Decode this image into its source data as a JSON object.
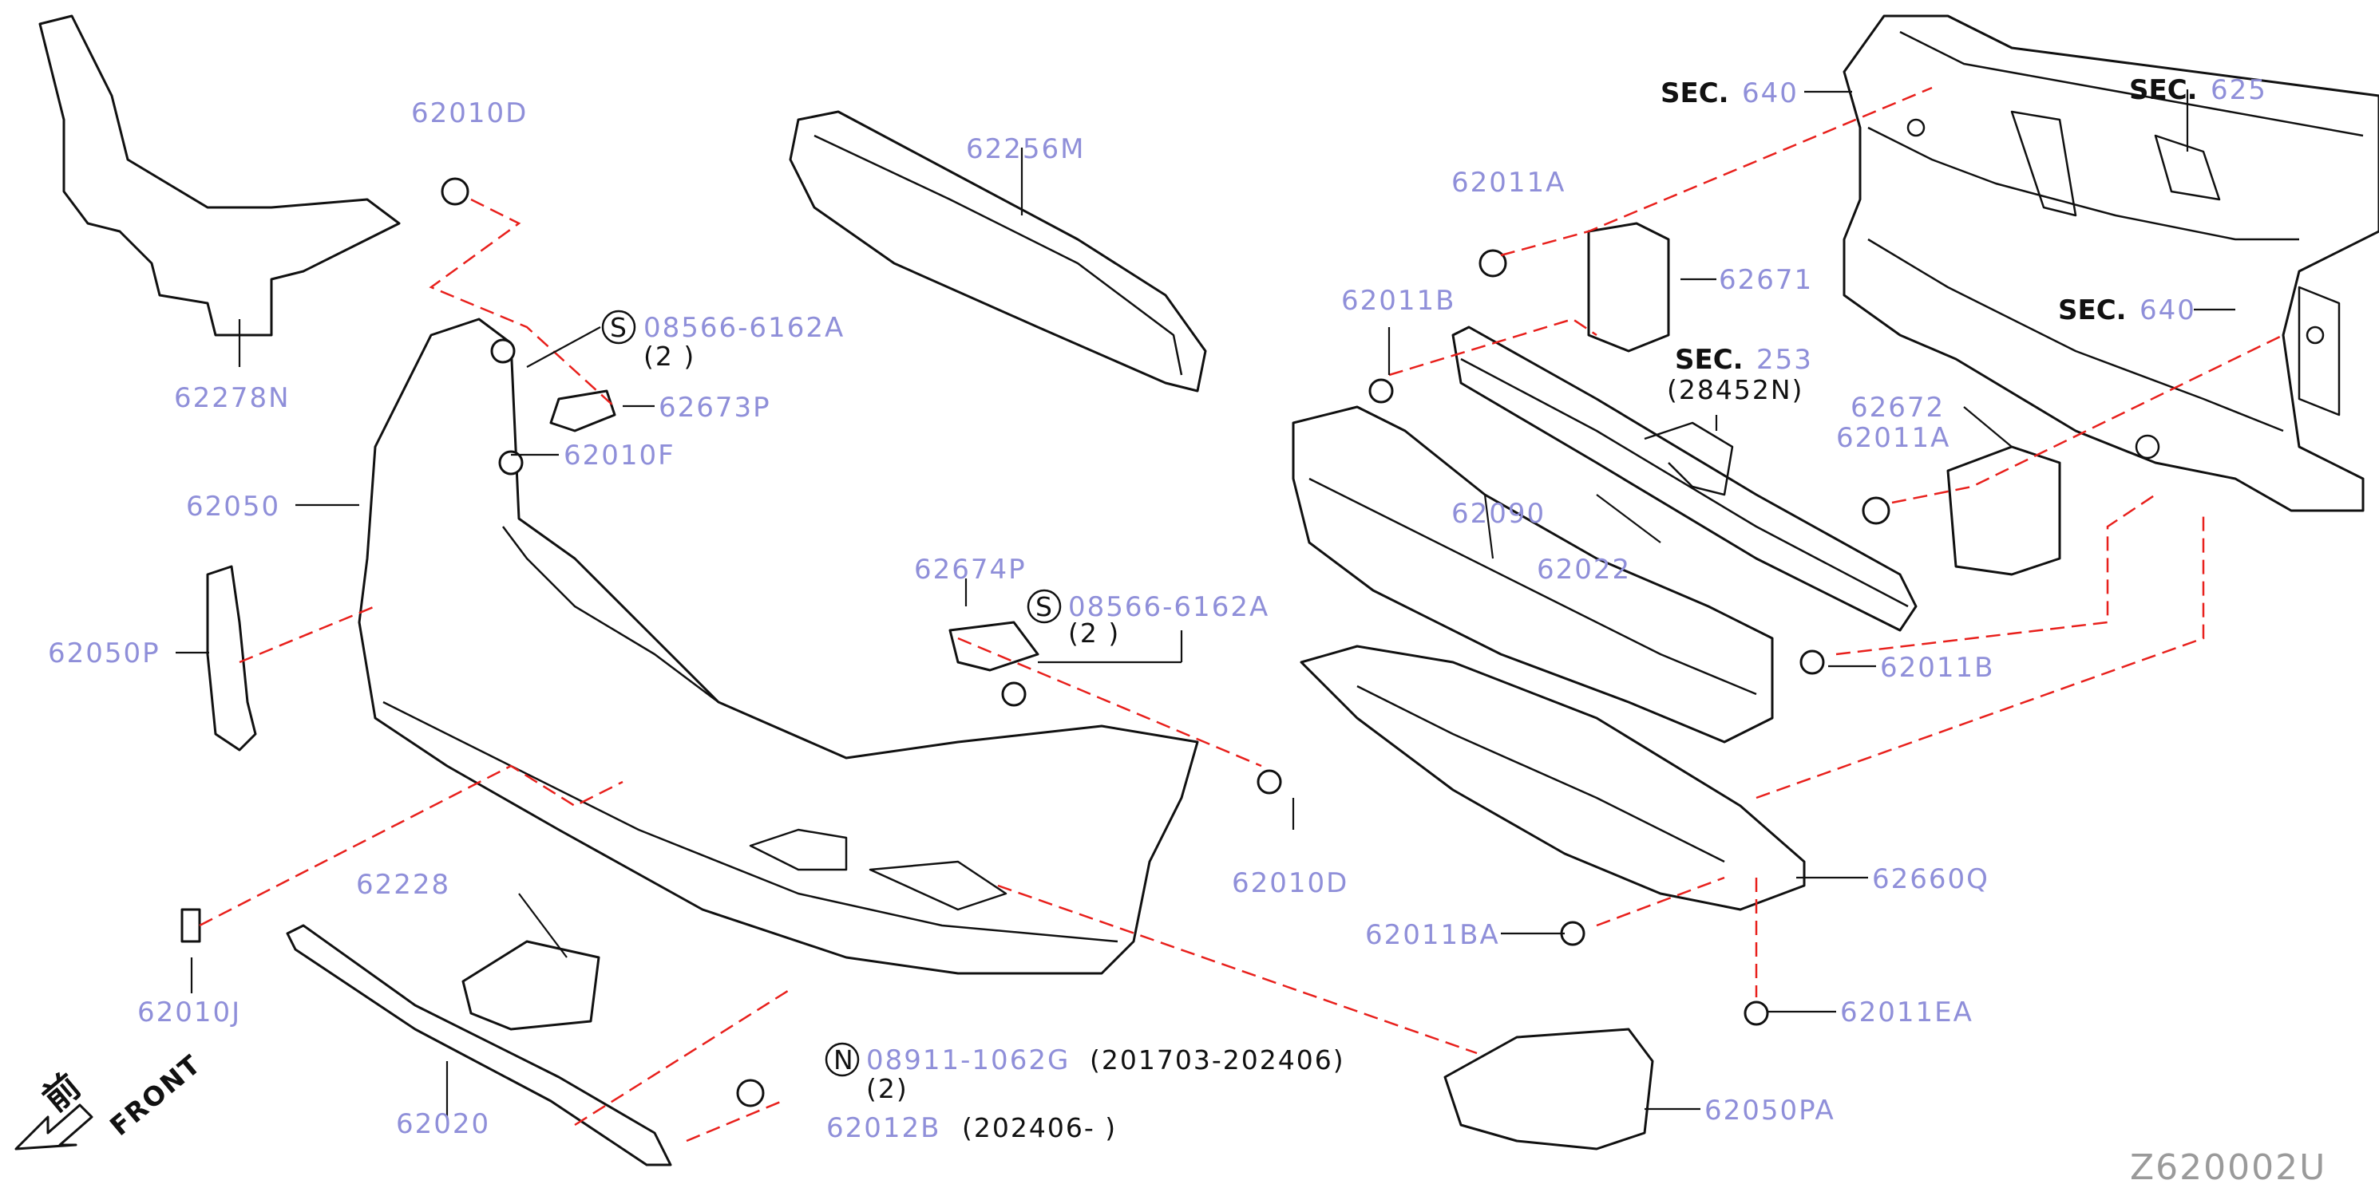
{
  "diagram": {
    "id": "Z620002U",
    "front_label": "FRONT",
    "front_cjk": "前",
    "sec_prefix": "SEC.",
    "sec_refs": {
      "sec640_top": "640",
      "sec625": "625",
      "sec640_right": "640",
      "sec253": "253"
    },
    "labels": {
      "p62010D_top": "62010D",
      "p62278N": "62278N",
      "p08566": "08566-6162A",
      "p08566_qty": "(2 )",
      "p62673P": "62673P",
      "p62010F": "62010F",
      "p62050": "62050",
      "p62050P": "62050P",
      "p62256M": "62256M",
      "p62674P": "62674P",
      "p08566_b": "08566-6162A",
      "p08566_b_qty": "(2 )",
      "p62010D_right": "62010D",
      "p62228": "62228",
      "p62010J": "62010J",
      "p62020": "62020",
      "p08911": "08911-1062G",
      "p08911_date": "(201703-202406)",
      "p08911_qty": "(2)",
      "p62012B": "62012B",
      "p62012B_date": "(202406-        )",
      "p62011A_top": "62011A",
      "p62671": "62671",
      "p62011B_top": "62011B",
      "p28452N": "(28452N)",
      "p62672": "62672",
      "p62011A_right": "62011A",
      "p62090": "62090",
      "p62022": "62022",
      "p62011B_right": "62011B",
      "p62660Q": "62660Q",
      "p62011BA": "62011BA",
      "p62011EA": "62011EA",
      "p62050PA": "62050PA"
    },
    "symbols": {
      "s_marker": "S",
      "n_marker": "N"
    },
    "colors": {
      "label": "#8f8fd9",
      "dashed": "#e8201c",
      "line": "#111111"
    }
  }
}
